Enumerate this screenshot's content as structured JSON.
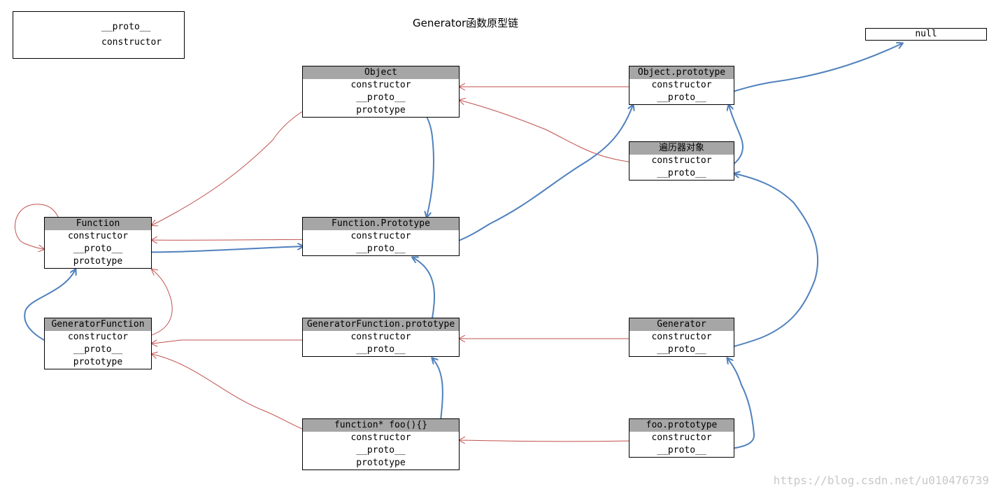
{
  "title": "Generator函数原型链",
  "legend": {
    "proto_label": "__proto__",
    "constructor_label": "constructor"
  },
  "colors": {
    "proto": "#4f81bd",
    "constructor": "#c0504d",
    "header": "#a6a6a6"
  },
  "null_label": "null",
  "watermark": "https://blog.csdn.net/u010476739",
  "boxes": {
    "object": {
      "name": "Object",
      "rows": [
        "constructor",
        "__proto__",
        "prototype"
      ]
    },
    "object_proto": {
      "name": "Object.prototype",
      "rows": [
        "constructor",
        "__proto__"
      ]
    },
    "iterator": {
      "name": "遍历器对象",
      "rows": [
        "constructor",
        "__proto__"
      ]
    },
    "function": {
      "name": "Function",
      "rows": [
        "constructor",
        "__proto__",
        "prototype"
      ]
    },
    "function_proto": {
      "name": "Function.Prototype",
      "rows": [
        "constructor",
        "__proto__"
      ]
    },
    "genfunc": {
      "name": "GeneratorFunction",
      "rows": [
        "constructor",
        "__proto__",
        "prototype"
      ]
    },
    "genfunc_proto": {
      "name": "GeneratorFunction.prototype",
      "rows": [
        "constructor",
        "__proto__"
      ]
    },
    "generator": {
      "name": "Generator",
      "rows": [
        "constructor",
        "__proto__"
      ]
    },
    "foo": {
      "name": "function* foo(){}",
      "rows": [
        "constructor",
        "__proto__",
        "prototype"
      ]
    },
    "foo_proto": {
      "name": "foo.prototype",
      "rows": [
        "constructor",
        "__proto__"
      ]
    }
  }
}
